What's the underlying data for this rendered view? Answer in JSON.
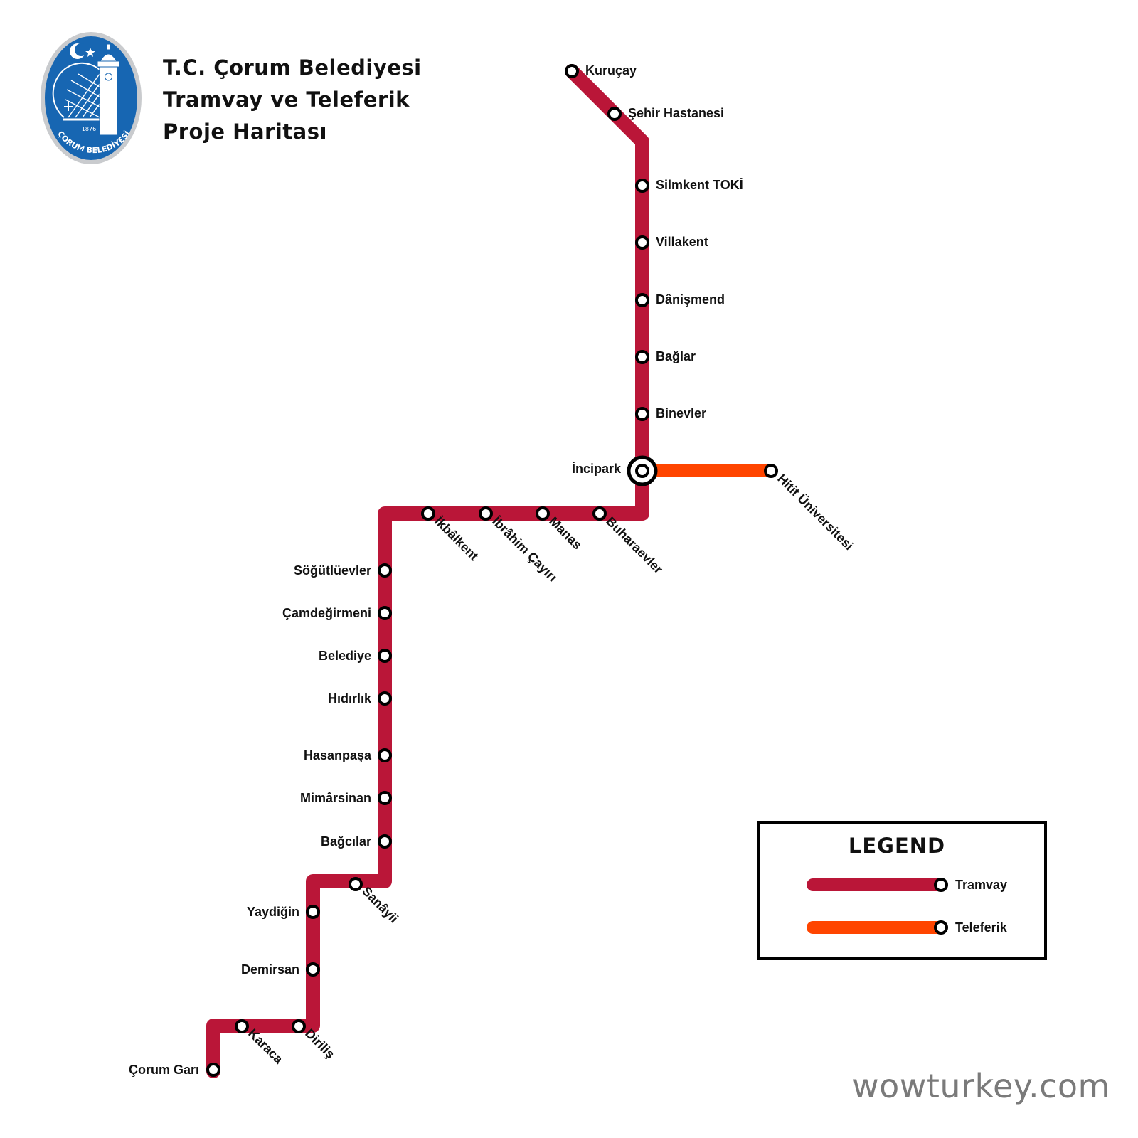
{
  "header": {
    "title_line1": "T.C. Çorum Belediyesi",
    "title_line2": "Tramvay ve Teleferik",
    "title_line3": "Proje Haritası"
  },
  "logo": {
    "year": "1876",
    "ring_text": "ÇORUM BELEDİYESİ",
    "icon": "corum-municipality-seal-icon"
  },
  "lines": {
    "tram": {
      "name": "Tramvay",
      "color": "#BA1638"
    },
    "cable_car": {
      "name": "Teleferik",
      "color": "#FF4500"
    }
  },
  "stations": {
    "kurucay": "Kuruçay",
    "sehir_hastanesi": "Şehir Hastanesi",
    "silmkent_toki": "Silmkent TOKİ",
    "villakent": "Villakent",
    "danismend": "Dânişmend",
    "baglar": "Bağlar",
    "binevler": "Binevler",
    "incipark": "İncipark",
    "hitit_universitesi": "Hitit Üniversitesi",
    "buharaevler": "Buharaevler",
    "manas": "Manas",
    "ibrahim_cayiri": "İbrâhim Çayırı",
    "ikbalkent": "İkbâlkent",
    "sogutluevler": "Söğütlüevler",
    "camdegirmeni": "Çamdeğirmeni",
    "belediye": "Belediye",
    "hidirlik": "Hıdırlık",
    "hasanpasa": "Hasanpaşa",
    "mimarsinan": "Mimârsinan",
    "bagcilar": "Bağcılar",
    "sanayii": "Sanâyii",
    "yaydigin": "Yaydiğin",
    "demirsan": "Demirsan",
    "dirilis": "Diriliş",
    "karaca": "Karaca",
    "corum_gari": "Çorum Garı"
  },
  "legend": {
    "title": "LEGEND",
    "tram_label": "Tramvay",
    "cable_car_label": "Teleferik"
  },
  "watermark": "wowturkey.com"
}
